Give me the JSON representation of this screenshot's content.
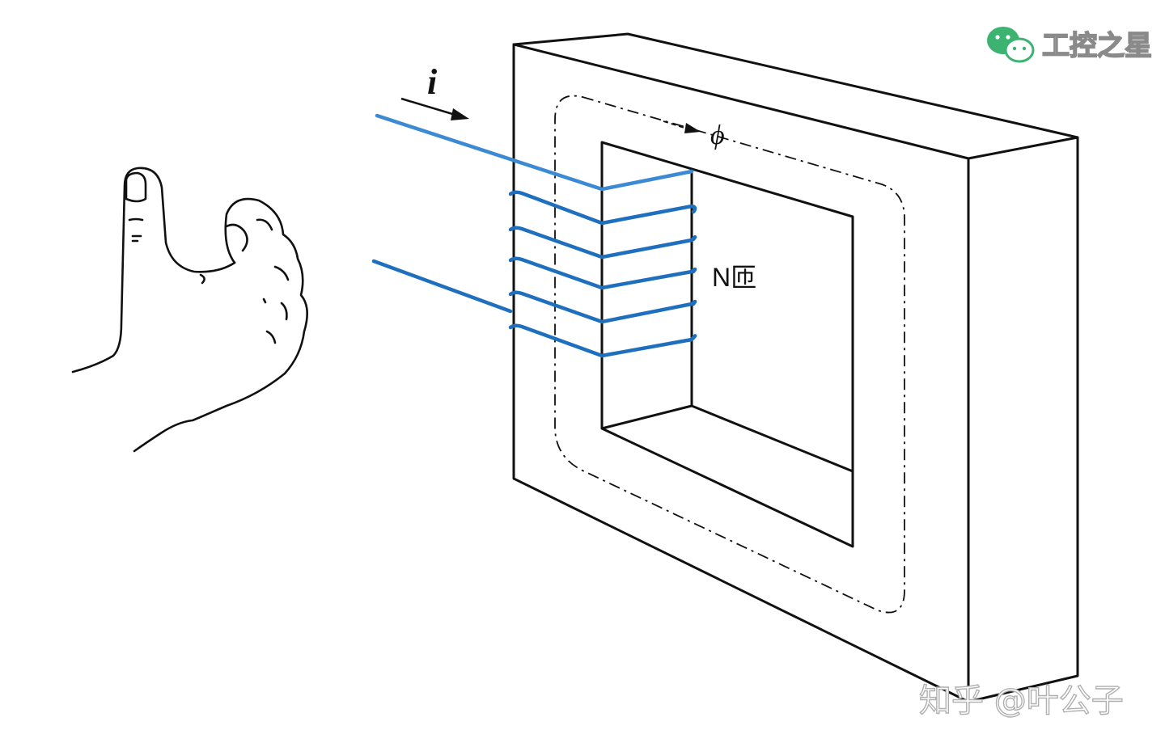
{
  "labels": {
    "current": "i",
    "flux": "ϕ",
    "turns": "N匝"
  },
  "watermarks": {
    "wechat_account": "工控之星",
    "zhihu_credit": "知乎 @叶公子"
  },
  "colors": {
    "outline": "#111111",
    "winding": "#1f6fbf",
    "winding_light": "#3c8ad4",
    "background": "#ffffff",
    "wechat_green": "#3cb371",
    "watermark_gray": "#8a8a8a"
  },
  "icons": {
    "hand": "right-hand-thumb-rule-icon",
    "wechat": "wechat-logo-icon"
  }
}
